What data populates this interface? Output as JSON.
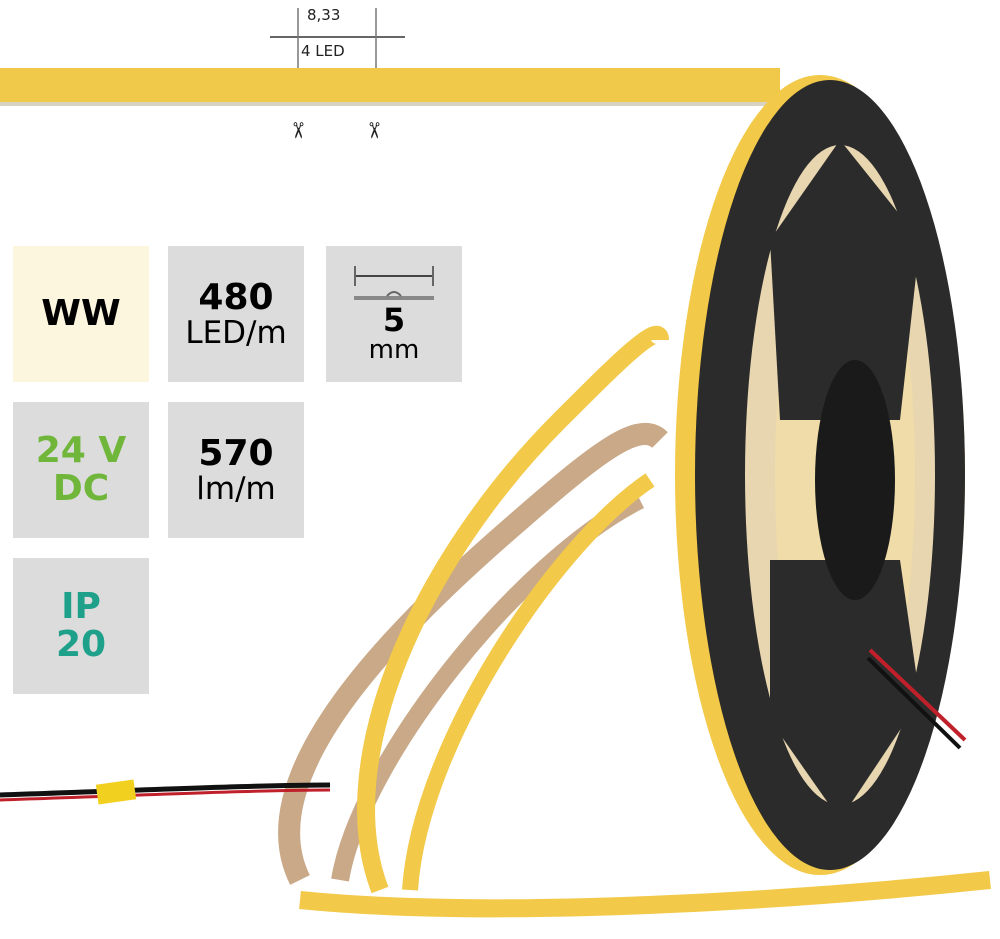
{
  "dimension": {
    "length": "8,33",
    "count": "4 LED"
  },
  "tiles": {
    "color_temp": {
      "value": "WW",
      "bg": "#fbf6dd"
    },
    "density": {
      "value": "480",
      "unit": "LED/m"
    },
    "width": {
      "value": "5",
      "unit": "mm"
    },
    "voltage": {
      "value": "24 V",
      "unit": "DC",
      "color": "#6fb63a"
    },
    "flux": {
      "value": "570",
      "unit": "lm/m"
    },
    "ip": {
      "value": "IP",
      "unit": "20",
      "color": "#1ea08a"
    }
  },
  "colors": {
    "strip": "#f2c948",
    "reel": "#2b2b2b",
    "tape": "#c9a987"
  }
}
